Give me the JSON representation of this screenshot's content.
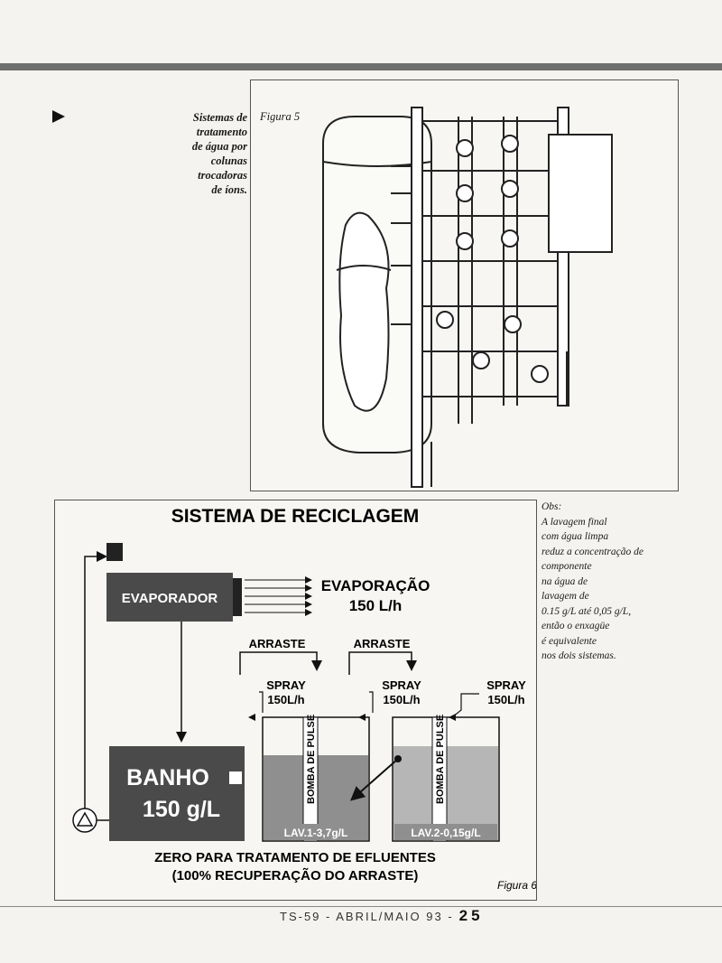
{
  "figure5": {
    "label": "Figura 5",
    "caption_lines": [
      "Sistemas de",
      "tratamento",
      "de água por",
      "colunas",
      "trocadoras",
      "de íons."
    ]
  },
  "figure6": {
    "title": "SISTEMA DE RECICLAGEM",
    "evaporador_label": "EVAPORADOR",
    "evaporacao_label": "EVAPORAÇÃO",
    "evaporacao_rate": "150 L/h",
    "arraste_1": "ARRASTE",
    "arraste_2": "ARRASTE",
    "spray_1_label": "SPRAY",
    "spray_1_rate": "150L/h",
    "spray_2_label": "SPRAY",
    "spray_2_rate": "150L/h",
    "spray_3_label": "SPRAY",
    "spray_3_rate": "150L/h",
    "banho_label": "BANHO",
    "banho_conc": "150 g/L",
    "pump_1_label": "BOMBA DE PULSE",
    "pump_2_label": "BOMBA DE PULSE",
    "lav1_label": "LAV.1-3,7g/L",
    "lav2_label": "LAV.2-0,15g/L",
    "zero_line1": "ZERO PARA TRATAMENTO DE EFLUENTES",
    "zero_line2": "(100% RECUPERAÇÃO DO ARRASTE)",
    "label": "Figura 6"
  },
  "obs": {
    "lines": [
      "Obs:",
      "A lavagem final",
      "com água limpa",
      "reduz a concentração de",
      "componente",
      "na água de",
      "lavagem de",
      "0.15 g/L até 0,05 g/L,",
      "então o enxagüe",
      "é equivalente",
      "nos dois sistemas."
    ]
  },
  "footer": {
    "text": "TS-59 - ABRIL/MAIO 93 -",
    "page": "25"
  },
  "colors": {
    "tank_dark": "#4a4a4a",
    "rinse_gray": "#8f8f8f",
    "rule_gray": "#6e6e6e"
  }
}
